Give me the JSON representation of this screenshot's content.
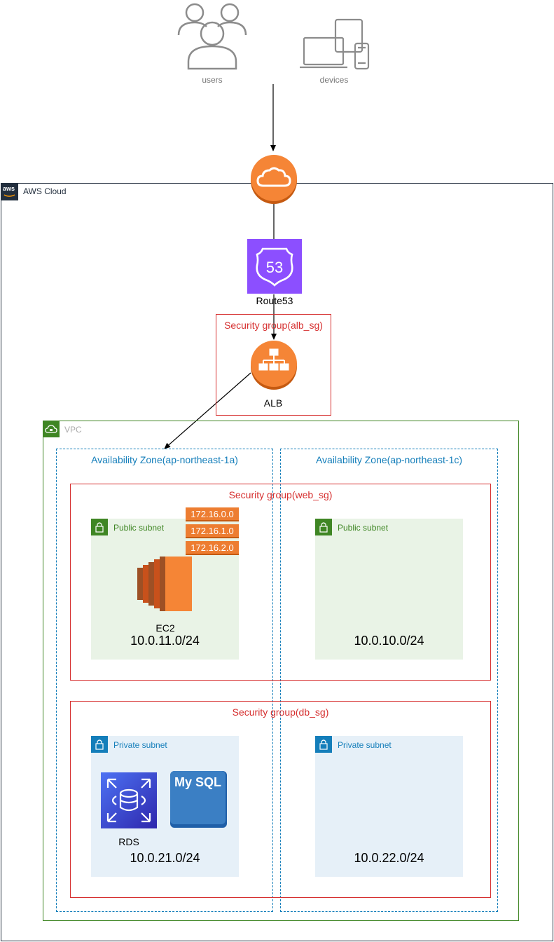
{
  "top": {
    "users_label": "users",
    "devices_label": "devices"
  },
  "aws_cloud": {
    "label": "AWS Cloud",
    "logo_text": "aws"
  },
  "route53": {
    "label": "Route53",
    "badge": "53"
  },
  "alb_sg": {
    "title": "Security group(alb_sg)",
    "alb_label": "ALB"
  },
  "vpc": {
    "label": "VPC"
  },
  "az": [
    {
      "title": "Availability Zone(ap-northeast-1a)"
    },
    {
      "title": "Availability Zone(ap-northeast-1c)"
    }
  ],
  "web_sg": {
    "title": "Security group(web_sg)"
  },
  "db_sg": {
    "title": "Security group(db_sg)"
  },
  "subnets": [
    {
      "label": "Public subnet",
      "cidr": "10.0.11.0/24"
    },
    {
      "label": "Public subnet",
      "cidr": "10.0.10.0/24"
    },
    {
      "label": "Private subnet",
      "cidr": "10.0.21.0/24"
    },
    {
      "label": "Private subnet",
      "cidr": "10.0.22.0/24"
    }
  ],
  "ip_tags": [
    "172.16.0.0",
    "172.16.1.0",
    "172.16.2.0"
  ],
  "ec2": {
    "label": "EC2"
  },
  "rds": {
    "label": "RDS"
  },
  "mysql": {
    "label": "My SQL"
  },
  "colors": {
    "security_group": "#d62f2f",
    "availability_zone": "#147eba",
    "vpc": "#3f8624",
    "public_subnet_bg": "#e9f3e6",
    "private_subnet_bg": "#e6f0f8",
    "route53": "#8c4fff",
    "orange": "#ed7d31"
  }
}
